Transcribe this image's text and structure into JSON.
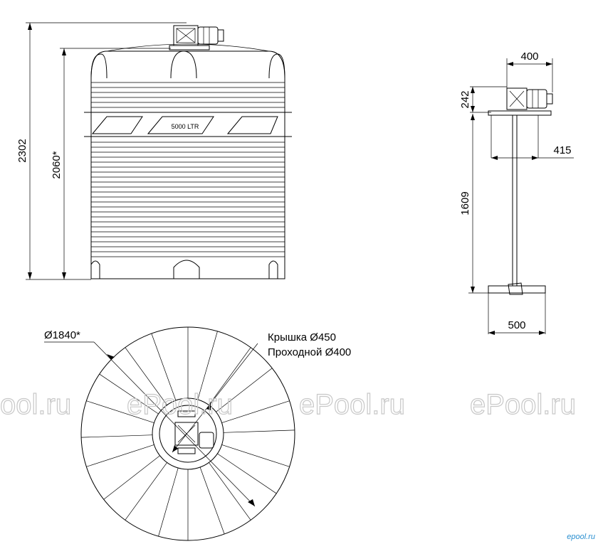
{
  "front_view": {
    "height_total": "2302",
    "height_body": "2060*",
    "capacity_label": "5000 LTR"
  },
  "side_view": {
    "mixer_width": "400",
    "mixer_height": "242",
    "blade_offset": "415",
    "shaft_length": "1609",
    "impeller_width": "500"
  },
  "top_view": {
    "diameter": "Ø1840*",
    "lid": "Крышка Ø450",
    "passage": "Проходной Ø400"
  },
  "watermarks": [
    "ool.ru",
    "ePool.ru",
    "ePool.ru",
    "ePool.ru"
  ],
  "logo": "epool.ru",
  "colors": {
    "line": "#000000",
    "watermark": "#c8c8c8",
    "logo": "#2a8fd0"
  }
}
